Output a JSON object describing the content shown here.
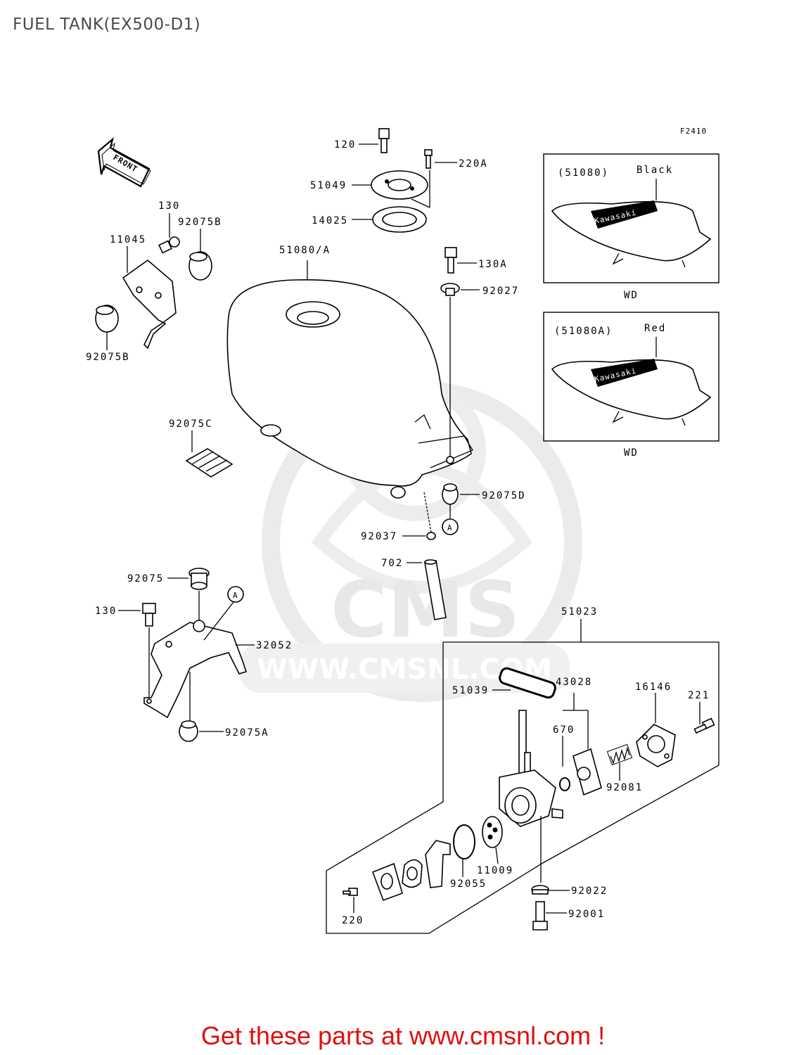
{
  "title": "FUEL TANK(EX500-D1)",
  "figure_code": "F2410",
  "front_arrow_label": "FRONT",
  "watermark": {
    "brand": "CMS",
    "url": "WWW.CMSNL.COM"
  },
  "variants": [
    {
      "code": "(51080)",
      "color": "Black",
      "note": "WD"
    },
    {
      "code": "(51080A)",
      "color": "Red",
      "note": "WD"
    }
  ],
  "tank_brand": "Kawasaki",
  "callout_letter": "A",
  "parts": {
    "p120": "120",
    "p220A": "220A",
    "p51049": "51049",
    "p14025": "14025",
    "p130_top": "130",
    "p92075B_top": "92075B",
    "p11045": "11045",
    "p51080A": "51080/A",
    "p130A": "130A",
    "p92027": "92027",
    "p92075B_bottom": "92075B",
    "p92075C": "92075C",
    "p92075D": "92075D",
    "p92037": "92037",
    "p702": "702",
    "p92075": "92075",
    "p130_bottom": "130",
    "p32052": "32052",
    "p92075A": "92075A",
    "p51023": "51023",
    "p51039": "51039",
    "p43028": "43028",
    "p16146": "16146",
    "p221": "221",
    "p670": "670",
    "p92081": "92081",
    "p11009": "11009",
    "p92055": "92055",
    "p92022": "92022",
    "p92001": "92001",
    "p220": "220"
  },
  "footer": "Get these parts at www.cmsnl.com !"
}
